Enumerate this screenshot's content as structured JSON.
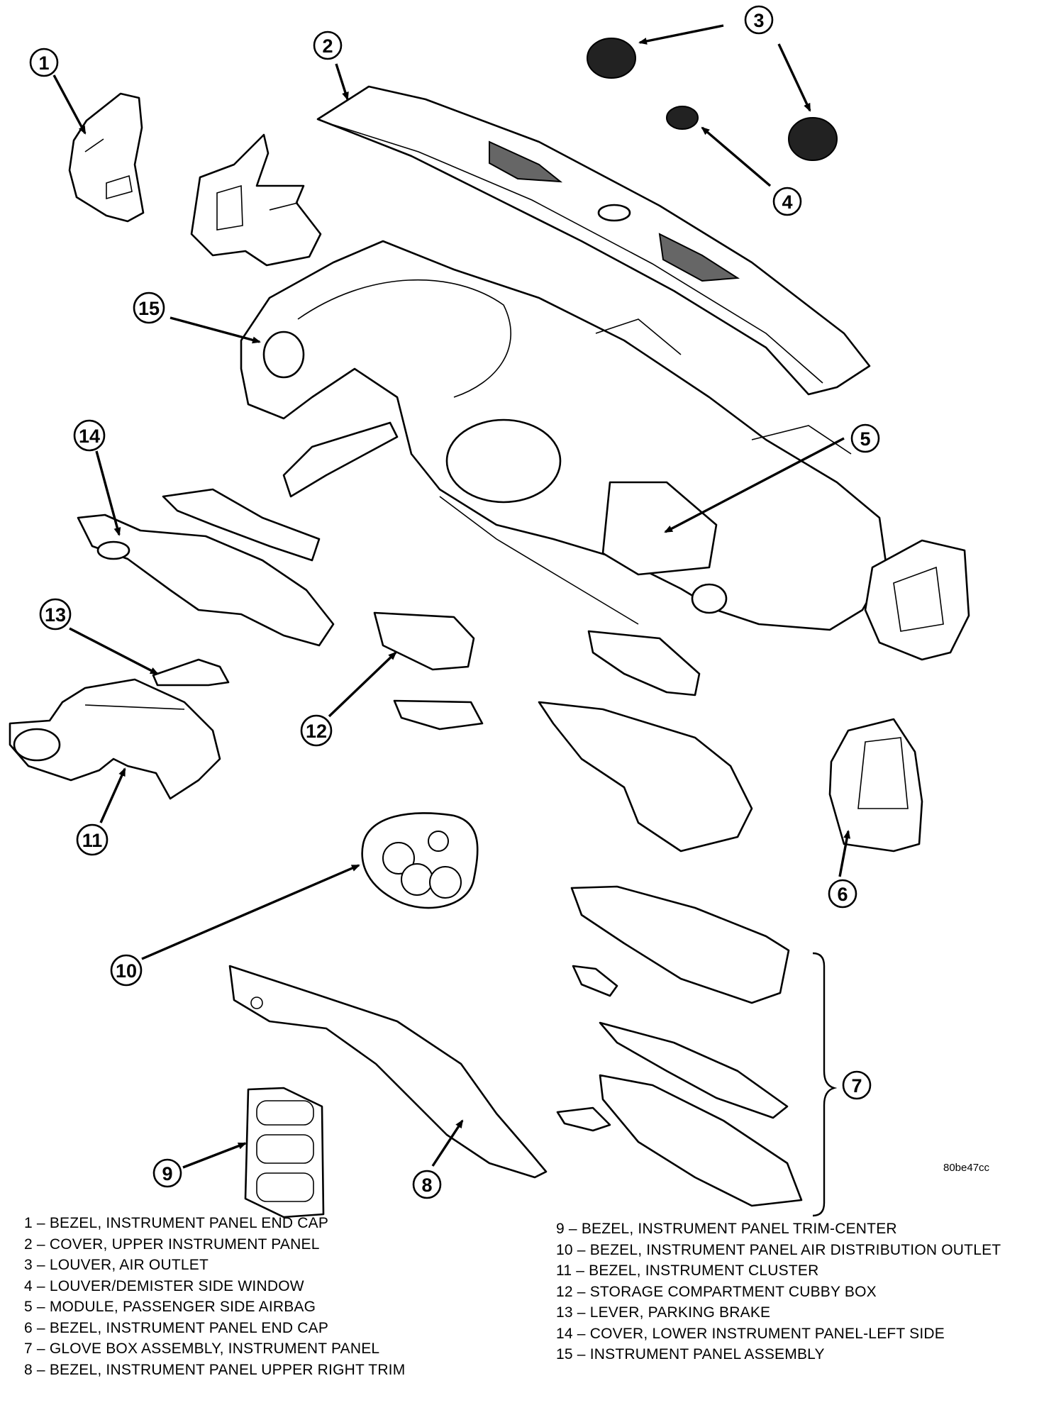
{
  "figure_code": "80be47cc",
  "callouts": [
    {
      "num": "1"
    },
    {
      "num": "2"
    },
    {
      "num": "3"
    },
    {
      "num": "4"
    },
    {
      "num": "5"
    },
    {
      "num": "6"
    },
    {
      "num": "7"
    },
    {
      "num": "8"
    },
    {
      "num": "9"
    },
    {
      "num": "10"
    },
    {
      "num": "11"
    },
    {
      "num": "12"
    },
    {
      "num": "13"
    },
    {
      "num": "14"
    },
    {
      "num": "15"
    }
  ],
  "legend_left": [
    "1 – BEZEL, INSTRUMENT PANEL END CAP",
    "2 – COVER, UPPER INSTRUMENT PANEL",
    "3 – LOUVER, AIR OUTLET",
    "4 – LOUVER/DEMISTER SIDE WINDOW",
    "5 – MODULE, PASSENGER SIDE AIRBAG",
    "6 – BEZEL, INSTRUMENT PANEL END CAP",
    "7 – GLOVE BOX ASSEMBLY, INSTRUMENT PANEL",
    "8 – BEZEL, INSTRUMENT PANEL UPPER RIGHT TRIM"
  ],
  "legend_right": [
    "9 – BEZEL, INSTRUMENT PANEL TRIM-CENTER",
    "10 – BEZEL, INSTRUMENT PANEL AIR DISTRIBUTION OUTLET",
    "11 – BEZEL, INSTRUMENT CLUSTER",
    "12 – STORAGE COMPARTMENT CUBBY BOX",
    "13 – LEVER, PARKING BRAKE",
    "14 – COVER, LOWER INSTRUMENT PANEL-LEFT SIDE",
    "15 – INSTRUMENT PANEL ASSEMBLY"
  ]
}
